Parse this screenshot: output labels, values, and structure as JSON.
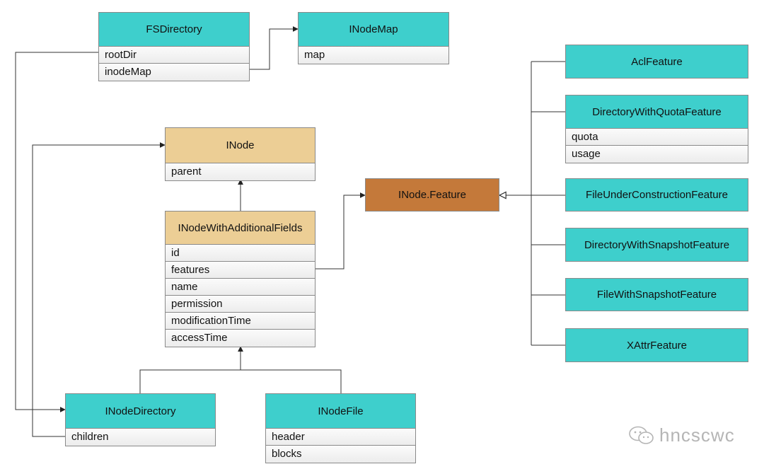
{
  "classes": {
    "fsdirectory": {
      "name": "FSDirectory",
      "fields": [
        "rootDir",
        "inodeMap"
      ]
    },
    "inodemap": {
      "name": "INodeMap",
      "fields": [
        "map"
      ]
    },
    "inode": {
      "name": "INode",
      "fields": [
        "parent"
      ]
    },
    "inodewaf": {
      "name": "INodeWithAdditionalFields",
      "fields": [
        "id",
        "features",
        "name",
        "permission",
        "modificationTime",
        "accessTime"
      ]
    },
    "inodedir": {
      "name": "INodeDirectory",
      "fields": [
        "children"
      ]
    },
    "inodefile": {
      "name": "INodeFile",
      "fields": [
        "header",
        "blocks"
      ]
    },
    "feature": {
      "name": "INode.Feature"
    },
    "acl": {
      "name": "AclFeature"
    },
    "dwq": {
      "name": "DirectoryWithQuotaFeature",
      "fields": [
        "quota",
        "usage"
      ]
    },
    "fucf": {
      "name": "FileUnderConstructionFeature"
    },
    "dwsf": {
      "name": "DirectoryWithSnapshotFeature"
    },
    "fwsf": {
      "name": "FileWithSnapshotFeature"
    },
    "xattr": {
      "name": "XAttrFeature"
    }
  },
  "colors": {
    "teal": "#3ecfcc",
    "tan": "#ecce95",
    "brown": "#c4793a",
    "line": "#333333"
  },
  "watermark": {
    "text": "hncscwc",
    "icon": "wechat-icon"
  }
}
